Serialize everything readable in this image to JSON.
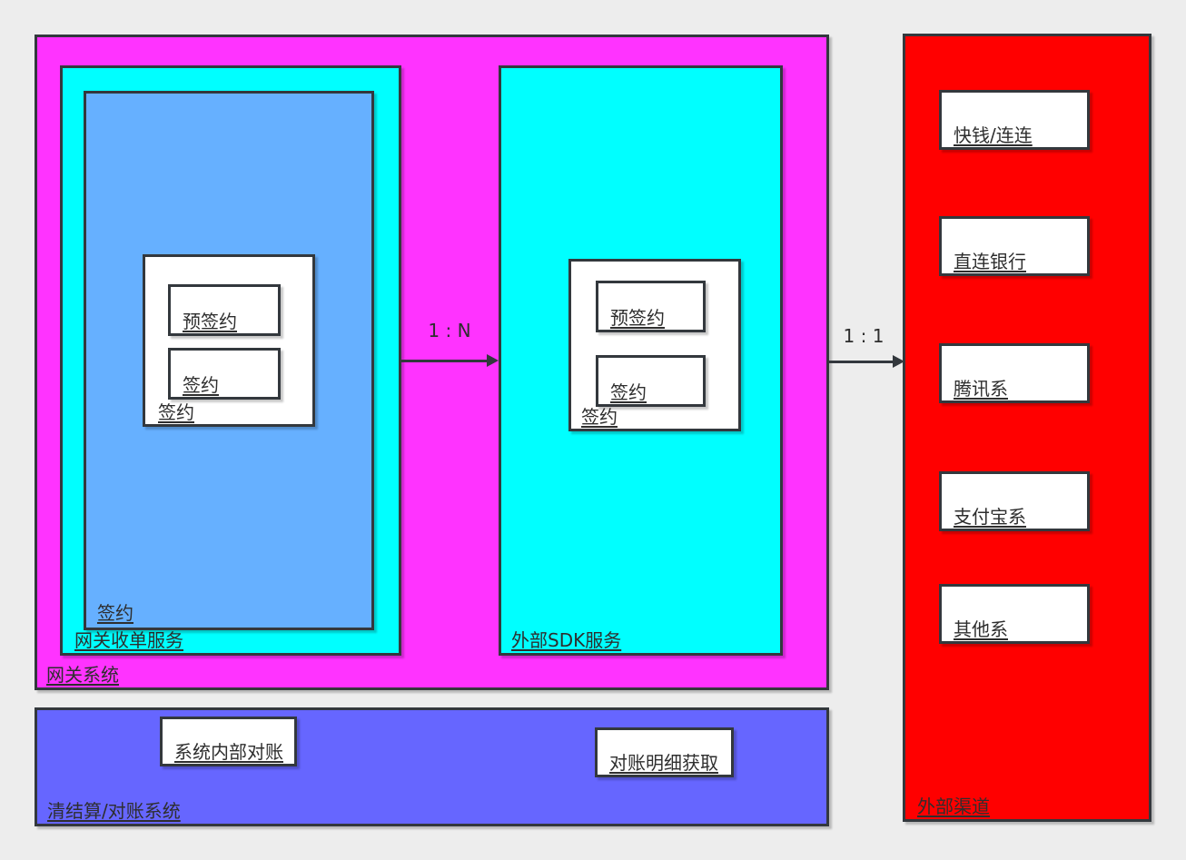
{
  "colors": {
    "magenta": "#FF33FF",
    "cyan": "#00FFFF",
    "blue": "#66B0FF",
    "red": "#FF0000",
    "purple": "#6666FF",
    "stroke": "#33383D",
    "text": "#2E2E2E",
    "node-fill": "#FFFFFF"
  },
  "gateway": {
    "label": "网关系统",
    "acquiring": {
      "label": "网关收单服务",
      "signing": {
        "label": "签约",
        "group": {
          "label": "签约",
          "items": [
            {
              "label": "预签约"
            },
            {
              "label": "签约"
            }
          ]
        }
      }
    },
    "sdk": {
      "label": "外部SDK服务",
      "group": {
        "label": "签约",
        "items": [
          {
            "label": "预签约"
          },
          {
            "label": "签约"
          }
        ]
      }
    }
  },
  "relations": [
    {
      "label": "1 : N"
    },
    {
      "label": "1 : 1"
    }
  ],
  "channels": {
    "label": "外部渠道",
    "items": [
      {
        "label": "快钱/连连"
      },
      {
        "label": "直连银行"
      },
      {
        "label": "腾讯系"
      },
      {
        "label": "支付宝系"
      },
      {
        "label": "其他系"
      }
    ]
  },
  "settlement": {
    "label": "清结算/对账系统",
    "items": [
      {
        "label": "系统内部对账"
      },
      {
        "label": "对账明细获取"
      }
    ]
  }
}
